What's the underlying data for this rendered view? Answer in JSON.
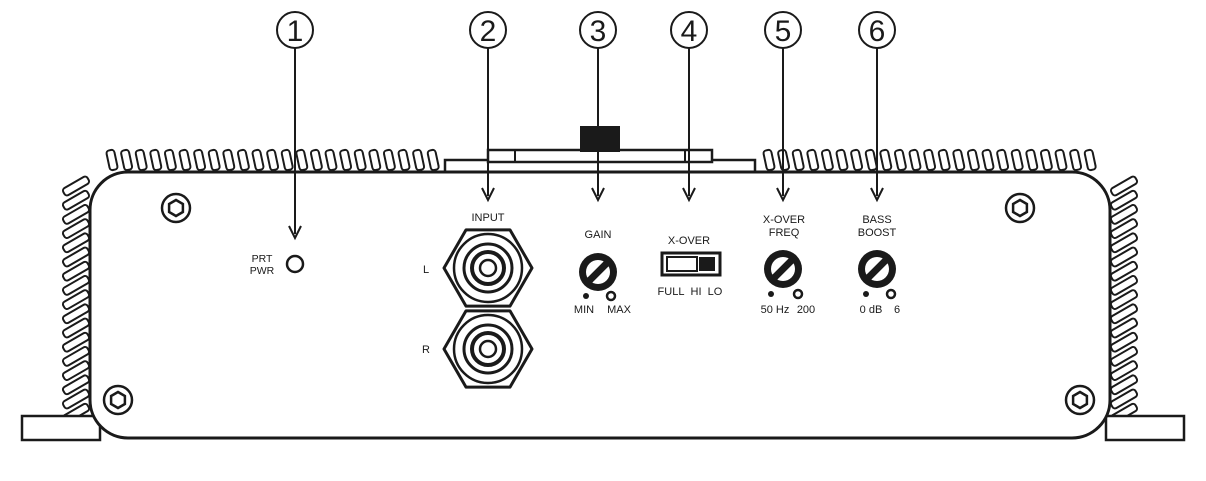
{
  "callouts": [
    "1",
    "2",
    "3",
    "4",
    "5",
    "6"
  ],
  "labels": {
    "prt": "PRT",
    "pwr": "PWR",
    "input": "INPUT",
    "left": "L",
    "right": "R",
    "gain": "GAIN",
    "gain_min": "MIN",
    "gain_max": "MAX",
    "xover": "X-OVER",
    "xover_full": "FULL",
    "xover_hi": "HI",
    "xover_lo": "LO",
    "xover_freq_1": "X-OVER",
    "xover_freq_2": "FREQ",
    "freq_low": "50 Hz",
    "freq_high": "200",
    "bass_1": "BASS",
    "bass_2": "BOOST",
    "bass_low": "0 dB",
    "bass_high": "6"
  },
  "colors": {
    "ink": "#1a1a1a",
    "paper": "#ffffff"
  }
}
